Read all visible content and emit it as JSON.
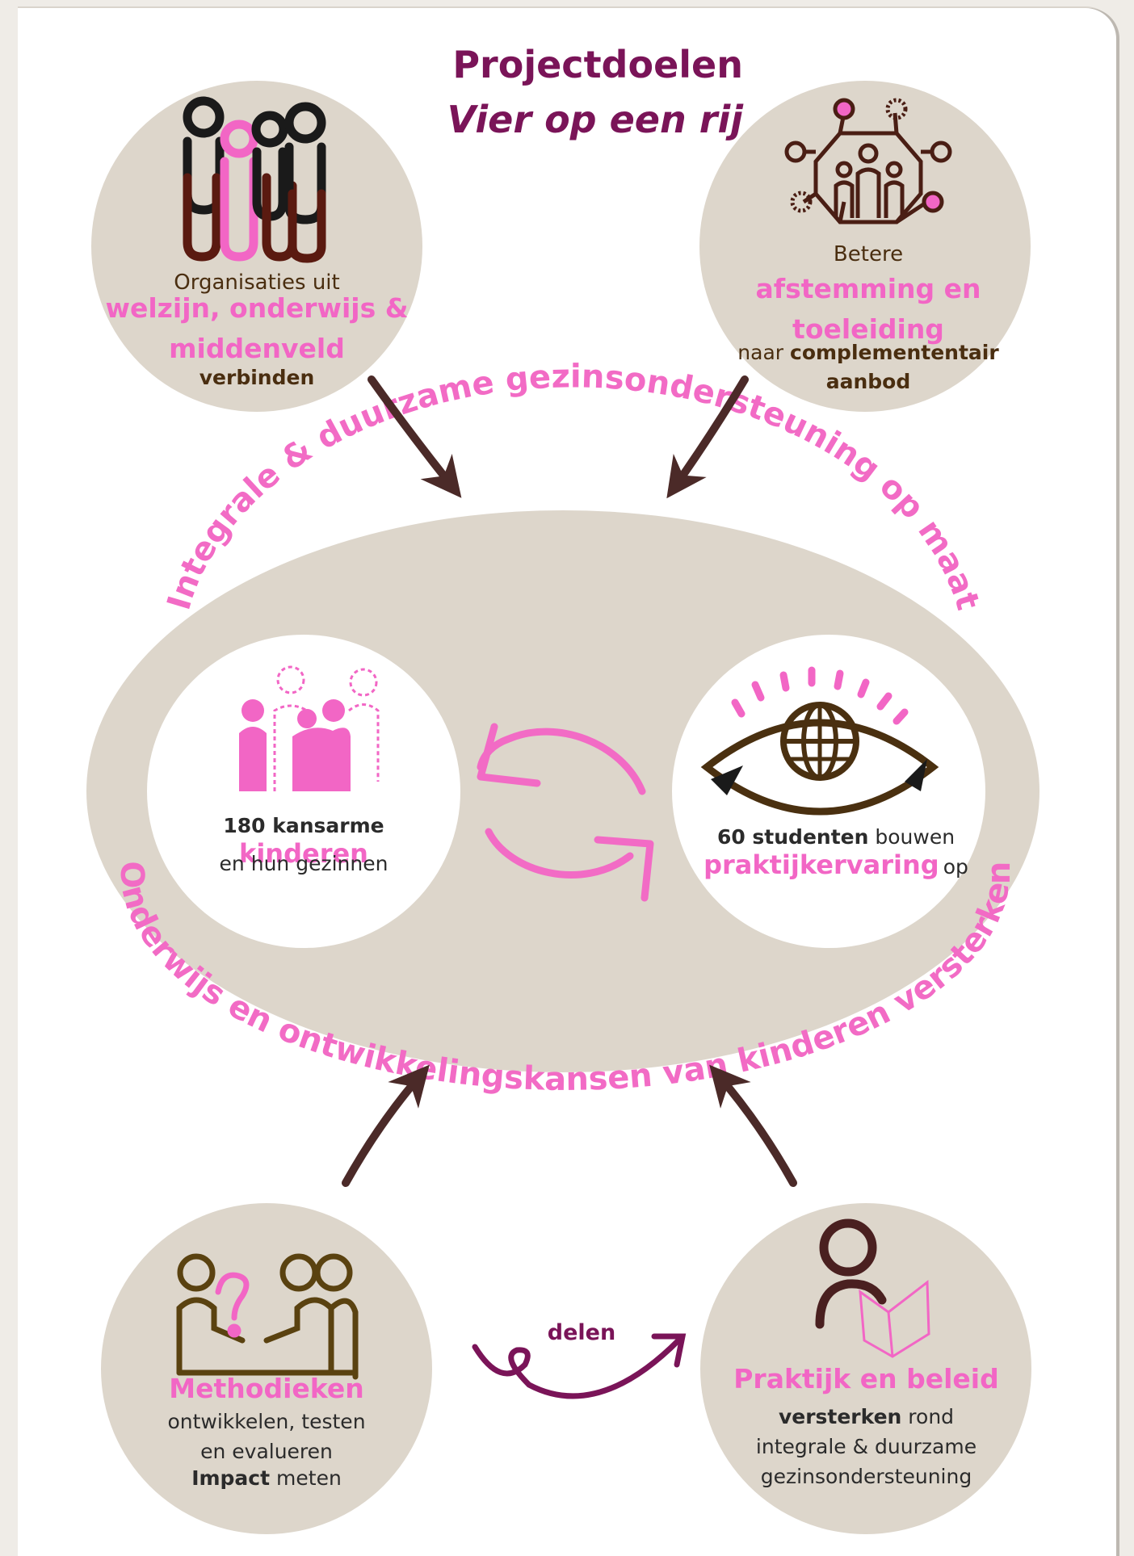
{
  "title": {
    "line1": "Projectdoelen",
    "line2": "Vier op een rij"
  },
  "goal_top_left": {
    "line1": "Organisaties uit",
    "highlight1": "welzijn, onderwijs &",
    "highlight2": "middenveld",
    "bold": "verbinden"
  },
  "goal_top_right": {
    "line1": "Betere",
    "highlight1": "afstemming en",
    "highlight2": "toeleiding",
    "pre": "naar",
    "bold1": "complemententair",
    "bold2": "aanbod"
  },
  "center": {
    "arc_top": "Integrale & duurzame gezinsondersteuning op maat",
    "arc_bottom": "Onderwijs en ontwikkelingskansen van kinderen versterken",
    "left": {
      "bold": "180 kansarme",
      "highlight": "kinderen",
      "line2": "en hun gezinnen"
    },
    "right": {
      "bold": "60 studenten",
      "rest": "bouwen",
      "highlight": "praktijkervaring",
      "suffix": "op"
    }
  },
  "goal_bottom_left": {
    "highlight": "Methodieken",
    "line1": "ontwikkelen, testen",
    "line2": "en evalueren",
    "bold": "Impact",
    "rest": "meten"
  },
  "share_label": "delen",
  "goal_bottom_right": {
    "highlight": "Praktijk en beleid",
    "bold": "versterken",
    "rest": "rond",
    "line2": "integrale & duurzame",
    "line3": "gezinsondersteuning"
  },
  "icons": {
    "top_left": "linked-people-icon",
    "top_right": "family-network-icon",
    "center_left": "family-icon",
    "center_right": "globe-eye-icon",
    "cycle": "cycle-arrows-icon",
    "bottom_left": "people-question-icon",
    "bottom_right": "person-reading-icon"
  },
  "colors": {
    "pink": "#f266c5",
    "plum": "#7a1458",
    "brown": "#4a2e10",
    "beige": "#ddd6cb",
    "arrow": "#4b2a28"
  }
}
